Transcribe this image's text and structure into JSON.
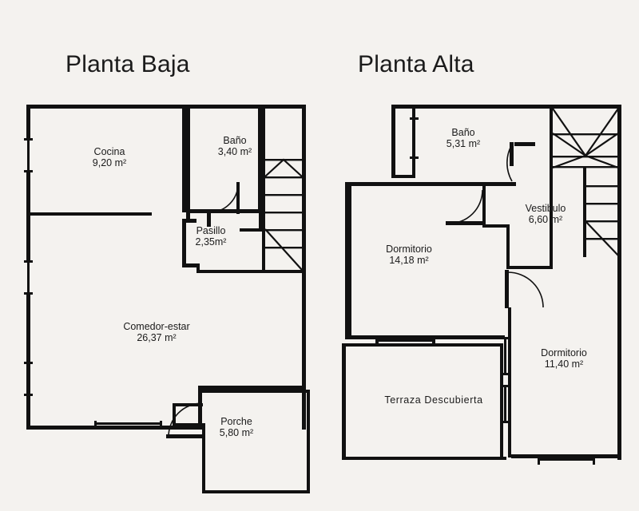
{
  "sheet": {
    "background_color": "#f4f2ef",
    "ink_color": "#111111",
    "kind": "architectural-floor-plan",
    "units": "m²"
  },
  "plans": [
    {
      "id": "planta-baja",
      "title": "Planta Baja",
      "rooms": [
        {
          "id": "cocina",
          "name": "Cocina",
          "area": "9,20 m²"
        },
        {
          "id": "bano-baja",
          "name": "Baño",
          "area": "3,40 m²"
        },
        {
          "id": "pasillo",
          "name": "Pasillo",
          "area": "2,35m²"
        },
        {
          "id": "comedor-estar",
          "name": "Comedor-estar",
          "area": "26,37 m²"
        },
        {
          "id": "porche",
          "name": "Porche",
          "area": "5,80 m²"
        }
      ]
    },
    {
      "id": "planta-alta",
      "title": "Planta Alta",
      "rooms": [
        {
          "id": "bano-alta",
          "name": "Baño",
          "area": "5,31 m²"
        },
        {
          "id": "vestibulo",
          "name": "Vestibulo",
          "area": "6,60 m²"
        },
        {
          "id": "dormitorio1",
          "name": "Dormitorio",
          "area": "14,18 m²"
        },
        {
          "id": "dormitorio2",
          "name": "Dormitorio",
          "area": "11,40 m²"
        },
        {
          "id": "terraza",
          "name": "Terraza  Descubierta",
          "area": ""
        }
      ]
    }
  ]
}
